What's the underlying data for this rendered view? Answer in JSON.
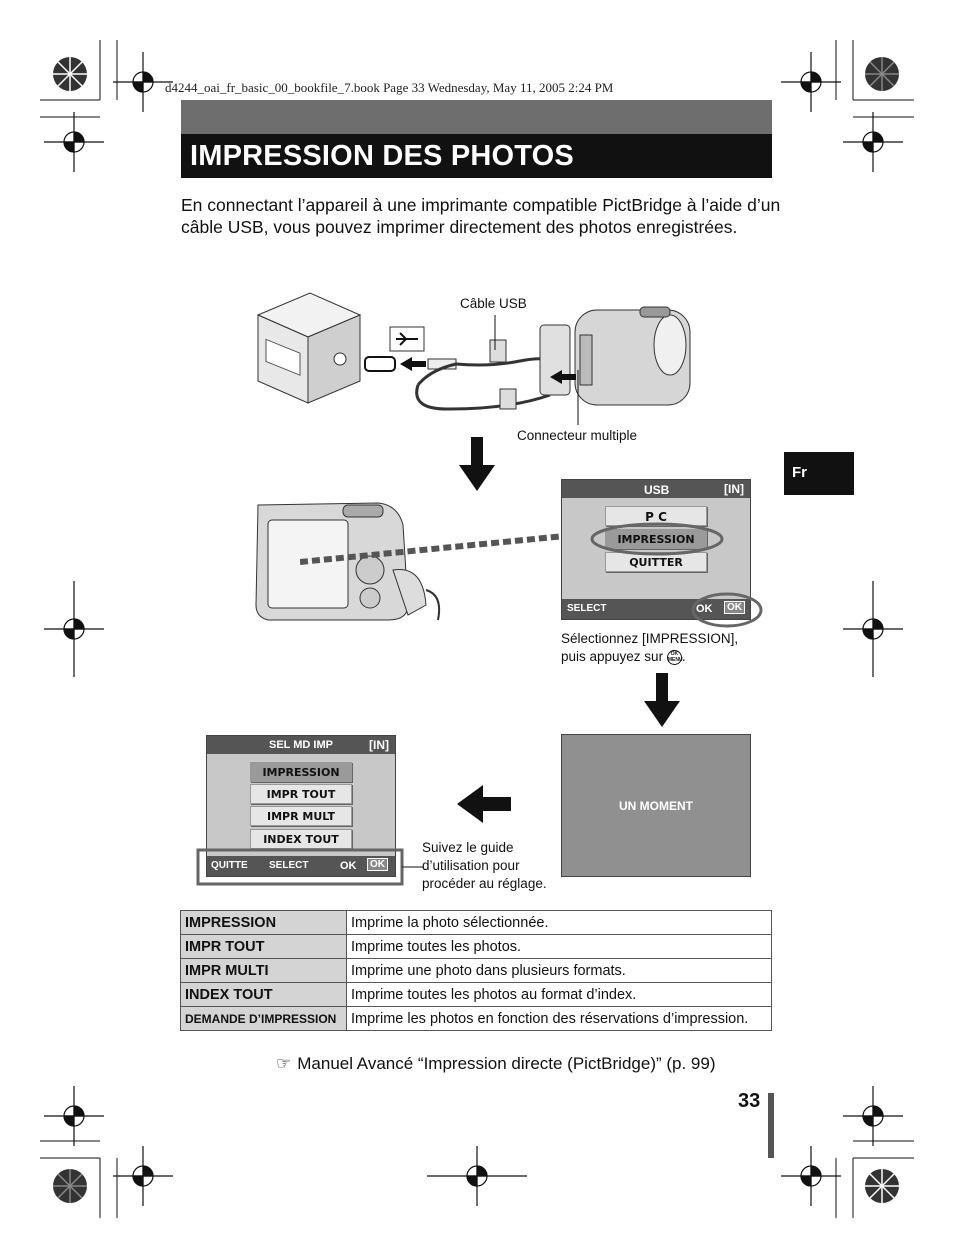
{
  "header_info": "d4244_oai_fr_basic_00_bookfile_7.book  Page 33  Wednesday, May 11, 2005  2:24 PM",
  "title": "IMPRESSION DES PHOTOS",
  "intro": "En connectant l’appareil à une imprimante compatible PictBridge à l’aide d’un câble USB, vous pouvez imprimer directement des photos enregistrées.",
  "lang_tab": "Fr",
  "labels": {
    "usb_cable": "Câble USB",
    "multi_connector": "Connecteur multiple",
    "select_print_line1": "Sélectionnez [IMPRESSION],",
    "select_print_line2": "puis appuyez sur",
    "follow_guide_line1": "Suivez le guide",
    "follow_guide_line2": "d’utilisation pour",
    "follow_guide_line3": "procéder au réglage."
  },
  "usb_screen": {
    "title": "USB",
    "badge": "[IN]",
    "items": [
      "P C",
      "IMPRESSION",
      "QUITTER"
    ],
    "footer_left": "SELECT",
    "footer_right": "OK",
    "ok_key": "OK"
  },
  "wait_screen": {
    "text": "UN MOMENT"
  },
  "mode_screen": {
    "title": "SEL MD IMP",
    "badge": "[IN]",
    "items": [
      "IMPRESSION",
      "IMPR TOUT",
      "IMPR MULT",
      "INDEX TOUT"
    ],
    "footer_quit": "QUITTE",
    "footer_select": "SELECT",
    "footer_ok": "OK",
    "ok_key": "OK"
  },
  "ok_button_text": "OK\nMENU",
  "options": [
    {
      "key": "IMPRESSION",
      "desc": "Imprime la photo sélectionnée."
    },
    {
      "key": "IMPR TOUT",
      "desc": "Imprime toutes les photos."
    },
    {
      "key": "IMPR MULTI",
      "desc": "Imprime une photo dans plusieurs formats."
    },
    {
      "key": "INDEX TOUT",
      "desc": "Imprime toutes les photos au format d’index."
    },
    {
      "key": "DEMANDE D’IMPRESSION",
      "desc": "Imprime les photos en fonction des réservations d’impression."
    }
  ],
  "reference": "Manuel Avancé “Impression directe (PictBridge)” (p. 99)",
  "page_number": "33"
}
